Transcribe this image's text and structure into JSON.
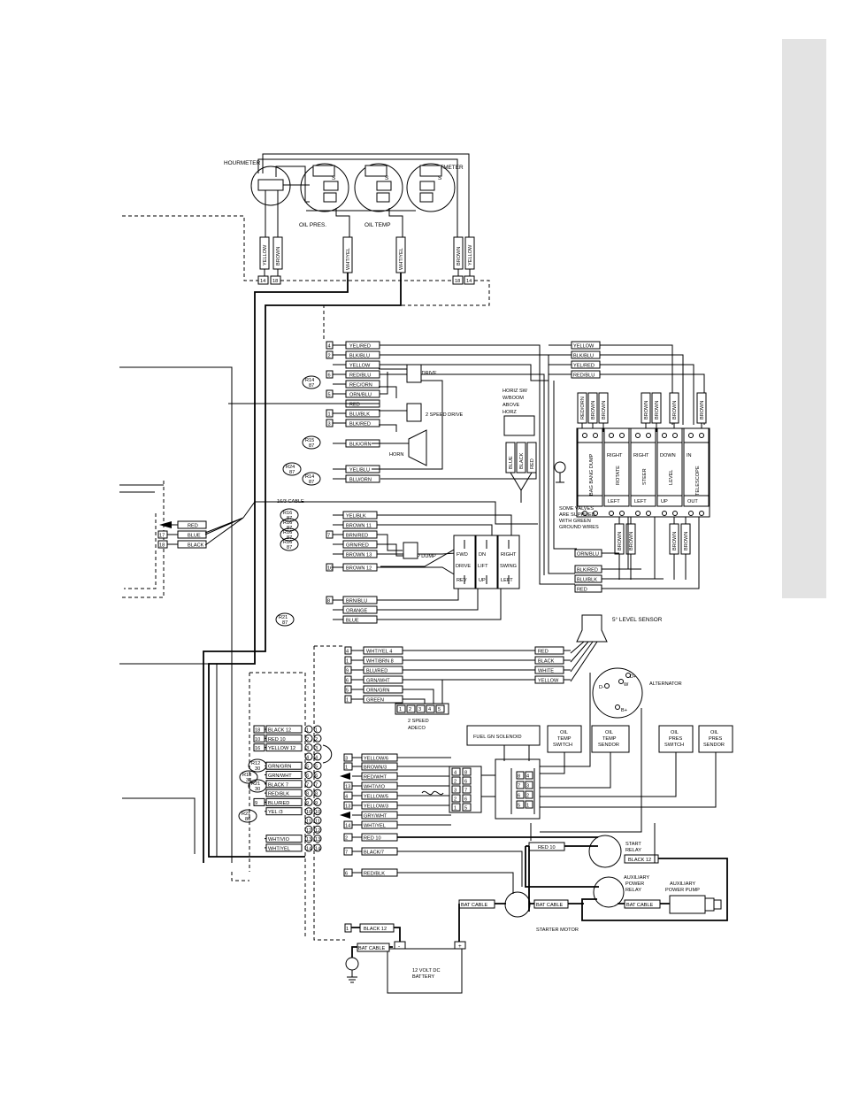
{
  "page": {
    "tab_color": "#e3e3e3",
    "line_color": "#000000"
  },
  "gauges": {
    "hourmeter": "HOURMETER",
    "oil_pres": "OIL PRES.",
    "oil_temp": "OIL TEMP",
    "voltmeter": "VOLTMETER",
    "s": "S",
    "wires": [
      "YELLOW",
      "BROWN",
      "WHT/YEL",
      "WHT/YEL",
      "BROWN",
      "YELLOW"
    ],
    "terminals": [
      "14",
      "18",
      "18",
      "14"
    ]
  },
  "harness_top": {
    "rows": [
      {
        "num": "4",
        "label": "YEL/RED"
      },
      {
        "num": "2",
        "label": "BLK/BLU"
      },
      {
        "num": "",
        "label": "YELLOW"
      },
      {
        "num": "6",
        "label": "RED/BLU"
      },
      {
        "num": "",
        "label": "REC/ORN"
      },
      {
        "num": "5",
        "label": "ORN/BLU"
      },
      {
        "num": "",
        "label": "RED"
      },
      {
        "num": "1",
        "label": "BLU/BLK"
      },
      {
        "num": "3",
        "label": "BLK/RED"
      },
      {
        "num": "",
        "label": "BLK/ORN"
      },
      {
        "num": "",
        "label": "YEL/BLU"
      },
      {
        "num": "",
        "label": "BLU/ORN"
      }
    ],
    "relays": [
      {
        "a": "R14",
        "b": "87"
      },
      {
        "a": "R15",
        "b": "87"
      },
      {
        "a": "R24",
        "b": "87"
      },
      {
        "a": "R14",
        "b": "87"
      }
    ],
    "high_drive": "HIGH DRIVE",
    "two_speed_drive": "2 SPEED DRIVE",
    "horn": "HORN",
    "cable": "16/3 CABLE"
  },
  "horiz_sw": {
    "title": [
      "HORIZ SW",
      "W/BOOM",
      "ABOVE",
      "HORZ"
    ],
    "wires": [
      "BLUE",
      "BLACK",
      "RED"
    ]
  },
  "valves": {
    "right_wires": [
      "YELLOW",
      "BLK/BLU",
      "YEL/RED",
      "RED/BLU"
    ],
    "top_wires": [
      "RED/ORN",
      "BROWN",
      "BROWN",
      "BROWN",
      "BROWN",
      "BROWN",
      "BROWN"
    ],
    "blocks": [
      {
        "top": "",
        "name": "BAG BANG DUMP",
        "bottom": ""
      },
      {
        "top": "RIGHT",
        "name": "ROTATE",
        "bottom": "LEFT"
      },
      {
        "top": "RIGHT",
        "name": "STEER",
        "bottom": "LEFT"
      },
      {
        "top": "DOWN",
        "name": "LEVEL",
        "bottom": "UP"
      },
      {
        "top": "IN",
        "name": "TELESCOPE",
        "bottom": "OUT"
      }
    ],
    "note": [
      "SOME VALVES",
      "ARE SUPPLIED",
      "WITH GREEN",
      "GROUND WIRES"
    ],
    "bottom_wires": [
      "ORN/BLU",
      "BLK/RED",
      "BLU/BLK",
      "RED"
    ]
  },
  "left_wires": [
    {
      "num": "",
      "label": "RED"
    },
    {
      "num": "17",
      "label": "BLUE"
    },
    {
      "num": "18",
      "label": "BLACK"
    }
  ],
  "harness_mid": {
    "rows": [
      {
        "num": "",
        "label": "YEL/BLK"
      },
      {
        "num": "",
        "label": "BROWN",
        "tail": "11"
      },
      {
        "num": "7",
        "label": "BRN/RED"
      },
      {
        "num": "",
        "label": "GRN/RED"
      },
      {
        "num": "",
        "label": "BROWN",
        "tail": "13"
      },
      {
        "num": "16",
        "label": "BROWN",
        "tail": "12"
      },
      {
        "num": "8",
        "label": "BRN/BLU"
      },
      {
        "num": "",
        "label": "ORANGE"
      },
      {
        "num": "",
        "label": "BLUE"
      }
    ],
    "relays": [
      {
        "a": "R16",
        "b": "87"
      },
      {
        "a": "R16",
        "b": "87"
      },
      {
        "a": "R16",
        "b": "87"
      },
      {
        "a": "R16",
        "b": "87"
      },
      {
        "a": "R21",
        "b": "87"
      }
    ],
    "prop_dump": "PROP DUMP",
    "valves": [
      {
        "top": "FWD",
        "mid": "DRIVE",
        "bottom": "REV"
      },
      {
        "top": "DN",
        "mid": "LIFT",
        "bottom": "UP"
      },
      {
        "top": "RIGHT",
        "mid": "SWING",
        "bottom": "LEFT"
      }
    ]
  },
  "level_sensor": {
    "title": "5° LEVEL SENSOR",
    "rows": [
      {
        "num": "4",
        "label": "WHT/YEL",
        "tail": "4",
        "out": "RED"
      },
      {
        "num": "1",
        "label": "WHT/BRN",
        "tail": "8",
        "out": "BLACK"
      },
      {
        "num": "9",
        "label": "BLU/RED",
        "tail": "",
        "out": "WHITE"
      },
      {
        "num": "6",
        "label": "GRN/WHT",
        "tail": "",
        "out": "YELLOW"
      },
      {
        "num": "5",
        "label": "ORN/GRN",
        "tail": "",
        "out": ""
      },
      {
        "num": "1",
        "label": "GREEN",
        "tail": "",
        "out": ""
      }
    ],
    "adeco_pins": [
      "1",
      "2",
      "3",
      "4",
      "5"
    ],
    "adeco_label": [
      "2 SPEED",
      "ADECO"
    ]
  },
  "alternator": {
    "label": "ALTERNATOR",
    "terms": [
      "W",
      "B+",
      "D-",
      "D+"
    ]
  },
  "components": {
    "fuel_solenoid": "FUEL GN SOLENOID",
    "oil_temp_switch": [
      "OIL",
      "TEMP",
      "SWITCH"
    ],
    "oil_temp_sender": [
      "OIL",
      "TEMP",
      "SENDOR"
    ],
    "oil_pres_switch": [
      "OIL",
      "PRES",
      "SWITCH"
    ],
    "oil_pres_sender": [
      "OIL",
      "PRES",
      "SENDOR"
    ]
  },
  "terminal_strip": {
    "nums": [
      "1",
      "2",
      "3",
      "4",
      "5",
      "6",
      "7",
      "8",
      "9",
      "10",
      "11",
      "12",
      "13",
      "14"
    ],
    "left_rows": [
      {
        "num": "18",
        "label": "BLACK 12",
        "pin": "1"
      },
      {
        "num": "10",
        "label": "RED 10",
        "pin": "2"
      },
      {
        "num": "16",
        "label": "YELLOW 12",
        "pin": "3"
      },
      {
        "num": "",
        "label": "GRN/GRN",
        "pin": "5"
      },
      {
        "num": "",
        "label": "GRN/WHT",
        "pin": "6"
      },
      {
        "num": "",
        "label": "BLACK 7",
        "pin": "7"
      },
      {
        "num": "",
        "label": "RED/BLK",
        "pin": "8"
      },
      {
        "num": "9",
        "label": "BLU/RED",
        "pin": "9"
      },
      {
        "num": "",
        "label": "YEL /3",
        "pin": "10"
      },
      {
        "num": "",
        "label": "WHT/VIO",
        "pin": "13"
      },
      {
        "num": "",
        "label": "WHT/YEL",
        "pin": "14"
      }
    ],
    "relays": [
      {
        "a": "R12",
        "b": "30"
      },
      {
        "a": "R13",
        "b": "30"
      },
      {
        "a": "R21",
        "b": "30"
      },
      {
        "a": "R21",
        "b": "86"
      }
    ]
  },
  "right_strip": {
    "rows": [
      {
        "num": "3",
        "label": "YELLOW/6"
      },
      {
        "num": "1",
        "label": "BROWN/3"
      },
      {
        "num": "",
        "label": "RED/WHT"
      },
      {
        "num": "13",
        "label": "WHT/VIO"
      },
      {
        "num": "4",
        "label": "YELLOW/5"
      },
      {
        "num": "13",
        "label": "YELLOW/3"
      },
      {
        "num": "",
        "label": "GRY/WHT"
      },
      {
        "num": "14",
        "label": "WHT/YEL"
      },
      {
        "num": "2",
        "label": "RED 10"
      },
      {
        "num": "7",
        "label": "BLACK/7"
      },
      {
        "num": "6",
        "label": "RED/BLK"
      }
    ],
    "block_pins": [
      [
        "4",
        "8"
      ],
      [
        "2",
        "6"
      ],
      [
        "3",
        "7"
      ],
      [
        "2",
        "6"
      ],
      [
        "1",
        "5"
      ]
    ],
    "fuel_pins": [
      [
        "8",
        "4"
      ],
      [
        "7",
        "3"
      ],
      [
        "6",
        "2"
      ],
      [
        "5",
        "1"
      ]
    ]
  },
  "start": {
    "start_relay": [
      "START",
      "RELAY"
    ],
    "aux_relay": [
      "AUXILIARY",
      "POWER",
      "RELAY"
    ],
    "aux_pump": [
      "AUXILIARY",
      "POWER PUMP"
    ],
    "red10": "RED 10",
    "black12": "BLACK 12",
    "bat_cable": "BAT CABLE",
    "starter_motor": "STARTER MOTOR",
    "black_12_bottom": "BLACK 12",
    "battery": [
      "12 VOLT DC",
      "BATTERY"
    ],
    "minus": "-",
    "plus": "+"
  }
}
